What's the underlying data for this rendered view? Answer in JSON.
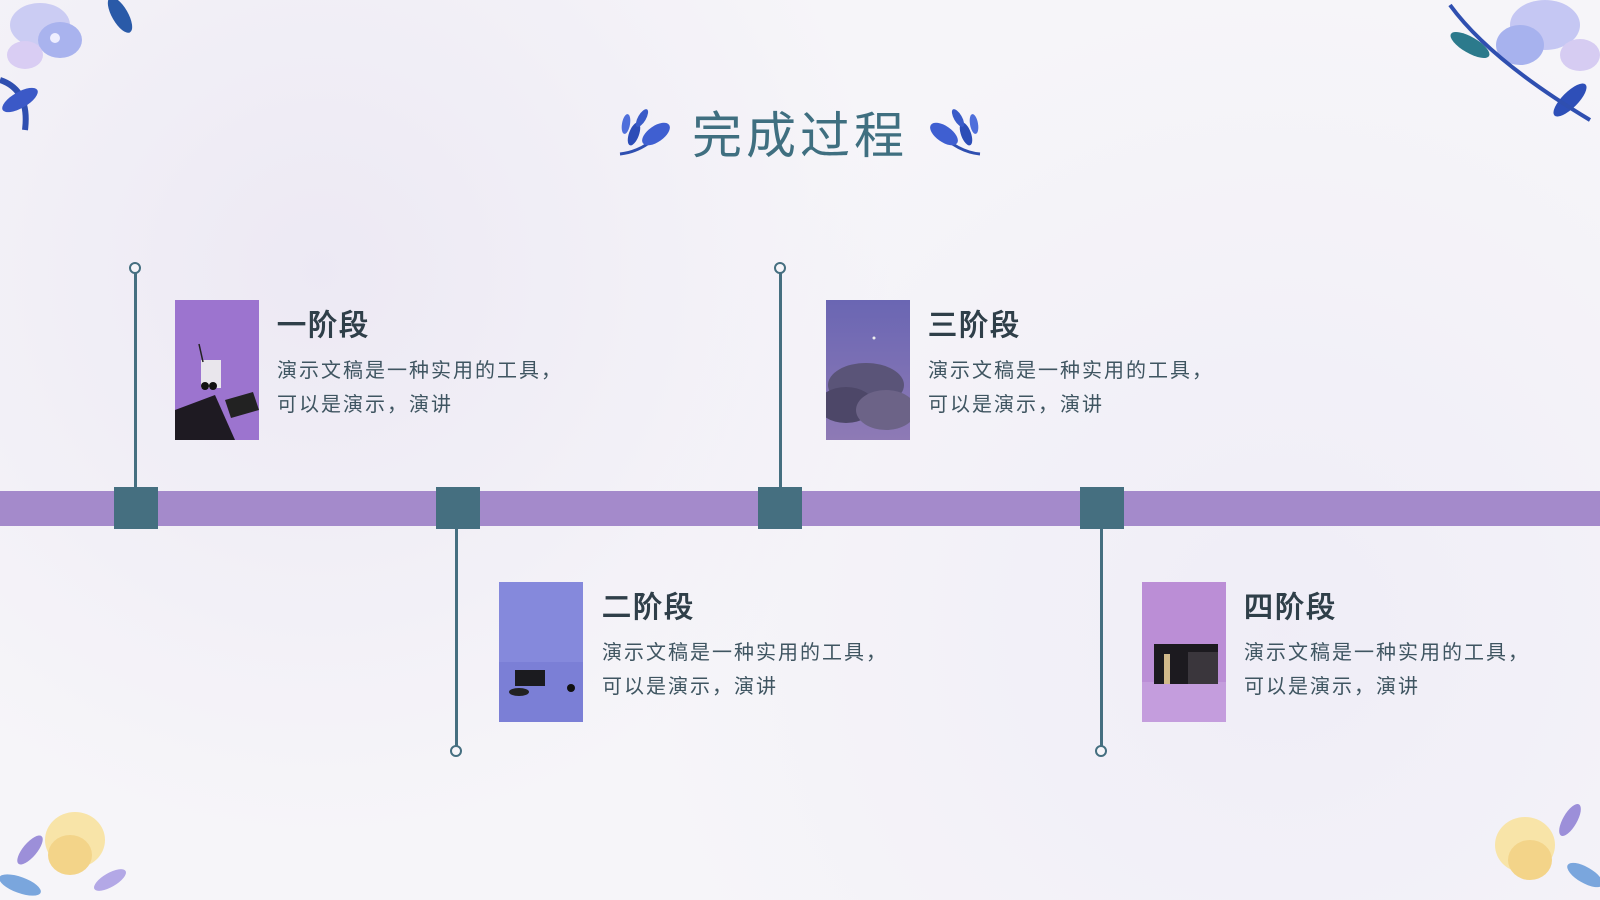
{
  "title": "完成过程",
  "colors": {
    "accent": "#456f80",
    "track": "#a48acb",
    "title": "#3f6f80"
  },
  "stages": [
    {
      "label": "一阶段",
      "desc": "演示文稿是一种实用的工具，可以是演示，演讲"
    },
    {
      "label": "二阶段",
      "desc": "演示文稿是一种实用的工具，可以是演示，演讲"
    },
    {
      "label": "三阶段",
      "desc": "演示文稿是一种实用的工具，可以是演示，演讲"
    },
    {
      "label": "四阶段",
      "desc": "演示文稿是一种实用的工具，可以是演示，演讲"
    }
  ],
  "icons": [
    "leaf-sprig-icon",
    "flower-decoration"
  ]
}
